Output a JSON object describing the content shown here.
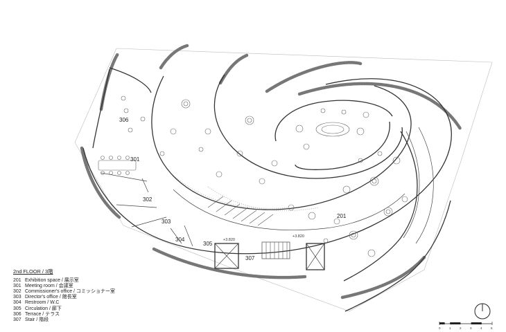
{
  "plan": {
    "rooms": [
      {
        "id": "306",
        "label": "306"
      },
      {
        "id": "301",
        "label": "301"
      },
      {
        "id": "302",
        "label": "302"
      },
      {
        "id": "303",
        "label": "303"
      },
      {
        "id": "304",
        "label": "304"
      },
      {
        "id": "305",
        "label": "305"
      },
      {
        "id": "307",
        "label": "307"
      },
      {
        "id": "201",
        "label": "201"
      }
    ],
    "levels": [
      "+3.820",
      "+3.820"
    ]
  },
  "legend": {
    "title": "2nd FLOOR / 3階",
    "items": [
      {
        "code": "201",
        "text": "Exhibition space  /  展示室"
      },
      {
        "code": "301",
        "text": "Meeting room / 会議室"
      },
      {
        "code": "302",
        "text": "Commissioner's office  / コミッショナー室"
      },
      {
        "code": "303",
        "text": "Director's office / 館長室"
      },
      {
        "code": "304",
        "text": "Restroom / W.C"
      },
      {
        "code": "305",
        "text": "Circulation / 廊下"
      },
      {
        "code": "306",
        "text": "Terrace / テラス"
      },
      {
        "code": "307",
        "text": "Stair / 階段"
      }
    ]
  },
  "scale_bar": {
    "ticks": [
      "0",
      "1",
      "2",
      "3",
      "4",
      "5"
    ]
  },
  "icons": {
    "north": "north-arrow-icon",
    "scale": "scale-bar-icon"
  }
}
